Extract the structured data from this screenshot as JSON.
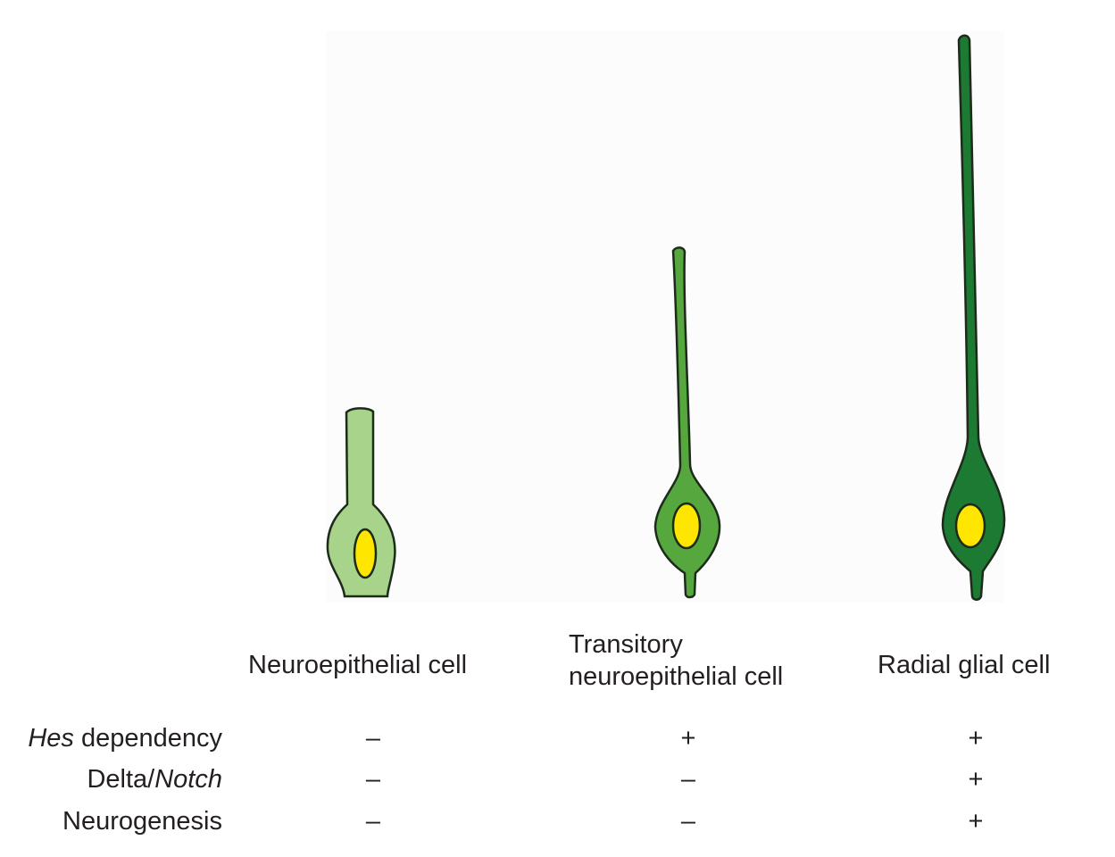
{
  "cells": [
    {
      "name": "Neuroepithelial cell",
      "name_lines": [
        "Neuroepithelial cell"
      ],
      "body_color": "#a8d38b",
      "nucleus_color": "#ffe600"
    },
    {
      "name": "Transitory neuroepithelial cell",
      "name_lines": [
        "Transitory",
        "neuroepithelial cell"
      ],
      "body_color": "#56a83e",
      "nucleus_color": "#ffe600"
    },
    {
      "name": "Radial glial cell",
      "name_lines": [
        "Radial glial cell"
      ],
      "body_color": "#1c7a32",
      "nucleus_color": "#ffe600"
    }
  ],
  "rows": [
    {
      "label_plain_before": "",
      "label_italic": "Hes",
      "label_plain_after": " dependency",
      "values": [
        "–",
        "+",
        "+"
      ]
    },
    {
      "label_plain_before": "Delta/",
      "label_italic": "Notch",
      "label_plain_after": "",
      "values": [
        "–",
        "–",
        "+"
      ]
    },
    {
      "label_plain_before": "Neurogenesis",
      "label_italic": "",
      "label_plain_after": "",
      "values": [
        "–",
        "–",
        "+"
      ]
    }
  ],
  "colors": {
    "outline": "#1d2b1b",
    "text": "#231f20",
    "panel_background": "#fcfcfc"
  }
}
